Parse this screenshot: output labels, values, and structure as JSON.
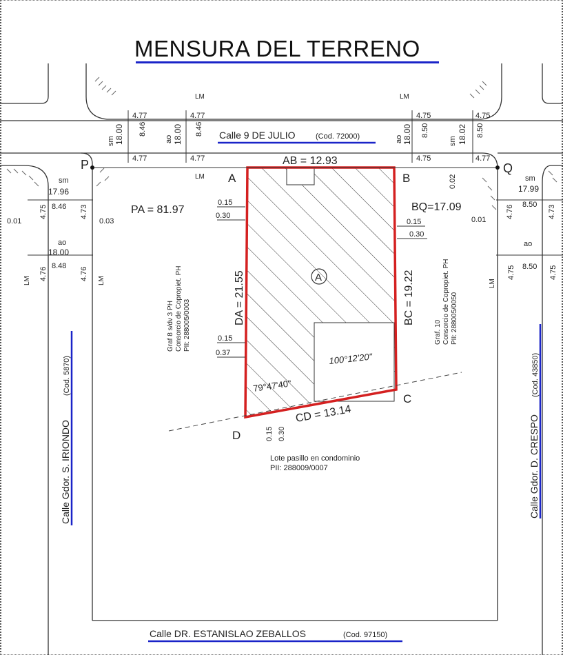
{
  "title": "MENSURA  DEL TERRENO",
  "colors": {
    "parcel": "#d42020",
    "underline": "#1a24c8",
    "line": "#333333"
  },
  "streets": {
    "north": {
      "name": "Calle 9 DE JULIO",
      "code": "(Cod. 72000)"
    },
    "south": {
      "name": "Calle DR. ESTANISLAO ZEBALLOS",
      "code": "(Cod. 97150)"
    },
    "west": {
      "name": "Calle Gdor. S. IRIONDO",
      "code": "(Cod. 5870)"
    },
    "east": {
      "name": "Calle Gdor. D. CRESPO",
      "code": "(Cod. 43850)"
    }
  },
  "points": {
    "P": "P",
    "Q": "Q",
    "A": "A",
    "B": "B",
    "C": "C",
    "D": "D",
    "parcel": "A"
  },
  "measures": {
    "ab": "AB = 12.93",
    "bc": "BC = 19.22",
    "cd": "CD = 13.14",
    "da": "DA = 21.55",
    "pa": "PA = 81.97",
    "bq": "BQ=17.09",
    "angle_d": "79°47'40\"",
    "angle_c": "100°12'20\""
  },
  "labels": {
    "lm": "LM",
    "sm": "sm",
    "ao": "ao",
    "n_4_77": "4.77",
    "n_4_75": "4.75",
    "n_4_76": "4.76",
    "n_4_73": "4.73",
    "n_8_46": "8.46",
    "n_8_48": "8.48",
    "n_8_50": "8.50",
    "n_18_00": "18.00",
    "n_18_02": "18.02",
    "n_17_96": "17.96",
    "n_17_99": "17.99",
    "n_0_01": "0.01",
    "n_0_02": "0.02",
    "n_0_03": "0.03",
    "n_0_15": "0.15",
    "n_0_30": "0.30",
    "n_0_37": "0.37"
  },
  "neighbors": {
    "west": [
      "Graf 8 s/dv 3 PH",
      "Consorcio de Copropiet. PH",
      "PII: 288005/0003"
    ],
    "east": [
      "Graf. 10",
      "Consorcio de Copropiet. PH",
      "PII: 288005/0050"
    ],
    "south": [
      "Lote pasillo en condominio",
      "PII: 288009/0007"
    ]
  }
}
